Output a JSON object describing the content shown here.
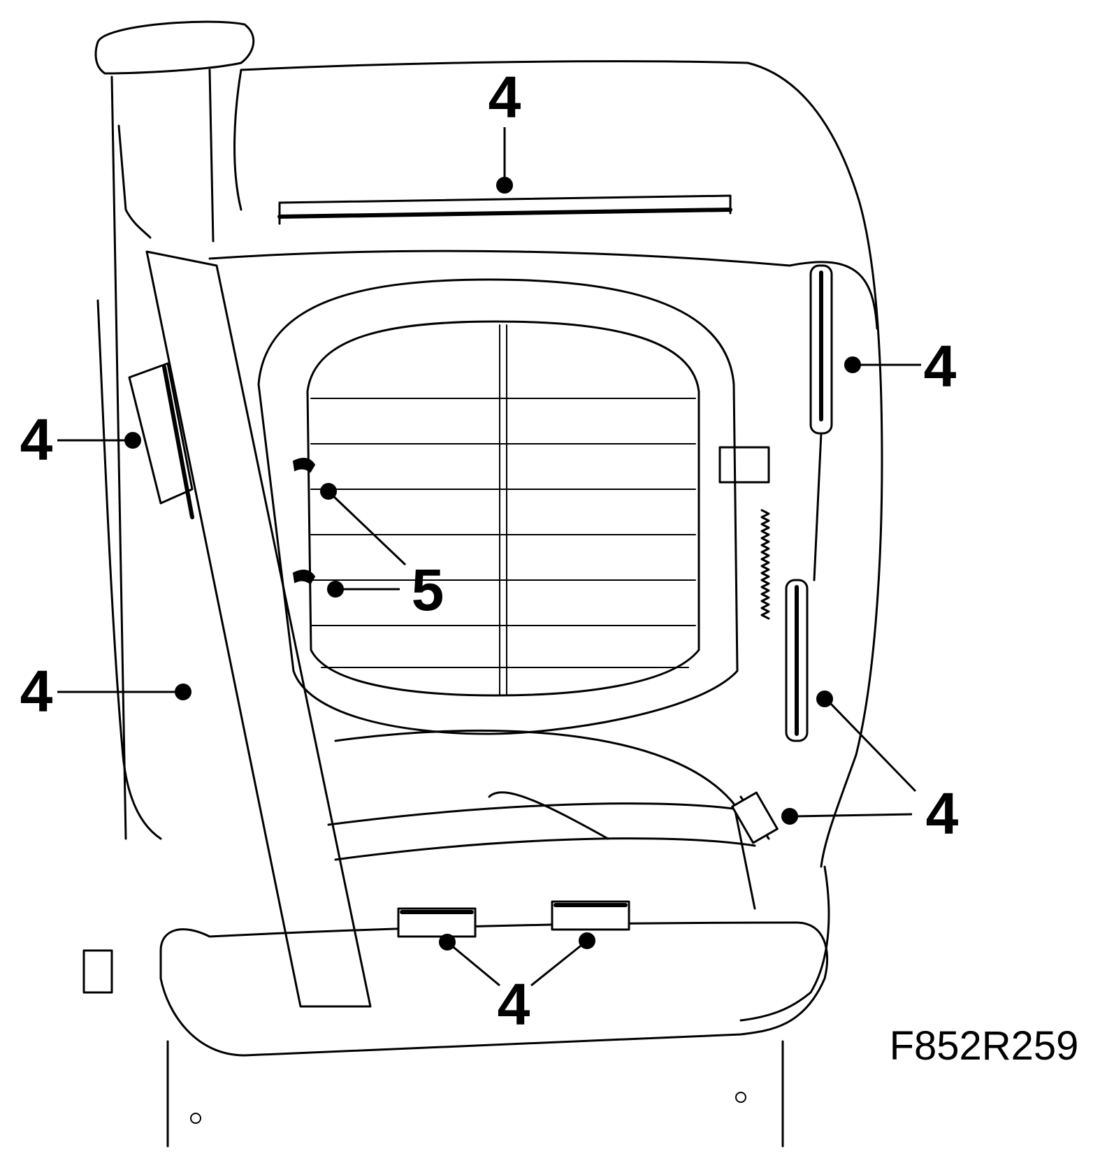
{
  "figure": {
    "id_label": "F852R259",
    "subject": "seat-backrest-frame",
    "callouts": [
      {
        "name": "callout-4-top",
        "label": "4"
      },
      {
        "name": "callout-4-left-upper",
        "label": "4"
      },
      {
        "name": "callout-4-left-lower",
        "label": "4"
      },
      {
        "name": "callout-4-right-upper",
        "label": "4"
      },
      {
        "name": "callout-4-right-lower",
        "label": "4"
      },
      {
        "name": "callout-4-bottom",
        "label": "4"
      },
      {
        "name": "callout-5",
        "label": "5"
      }
    ]
  }
}
